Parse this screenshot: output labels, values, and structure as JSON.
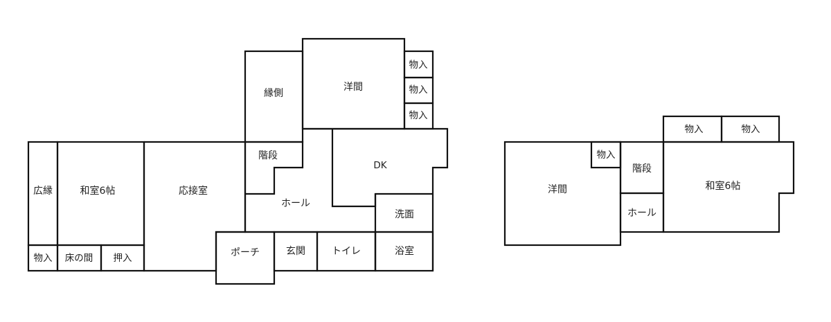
{
  "floor1": {
    "rooms": {
      "hiroen": "広縁",
      "washitsu": "和室6帖",
      "storage_left": "物入",
      "tokonoma": "床の間",
      "oshiire": "押入",
      "ousetsu": "応接室",
      "engawa": "縁側",
      "youma": "洋間",
      "storage_1": "物入",
      "storage_2": "物入",
      "storage_3": "物入",
      "kaidan": "階段",
      "dk": "DK",
      "hall": "ホール",
      "senmen": "洗面",
      "porch": "ポーチ",
      "genkan": "玄関",
      "toilet": "トイレ",
      "bath": "浴室"
    }
  },
  "floor2": {
    "rooms": {
      "youma": "洋間",
      "storage_small": "物入",
      "kaidan": "階段",
      "hall": "ホール",
      "washitsu": "和室6帖",
      "storage_top_1": "物入",
      "storage_top_2": "物入"
    }
  }
}
